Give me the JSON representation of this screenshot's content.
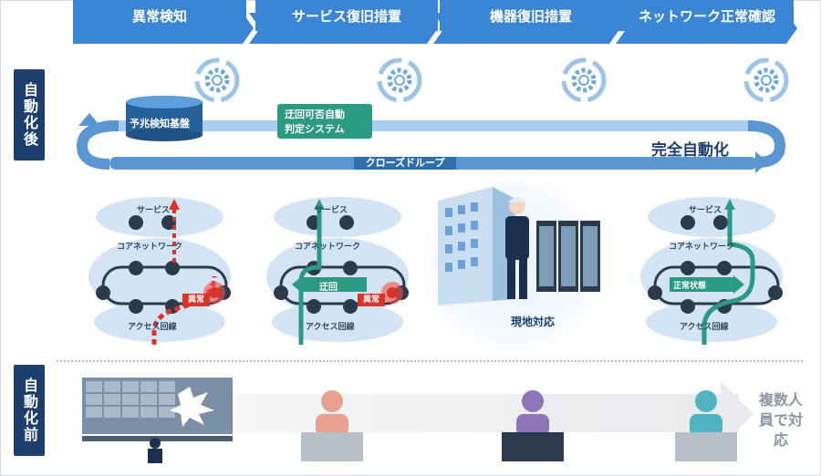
{
  "side_tabs": {
    "after": "自動化後",
    "before": "自動化前"
  },
  "steps": [
    "異常検知",
    "サービス復旧措置",
    "機器復旧措置",
    "ネットワーク正常確認"
  ],
  "loop": {
    "platform": "予兆検知基盤",
    "system_line1": "迂回可否自動",
    "system_line2": "判定システム",
    "closed_loop": "クローズドループ",
    "full_auto": "完全自動化"
  },
  "networks": [
    {
      "service": "サービス",
      "core": "コアネットワーク",
      "access": "アクセス回線",
      "badge": "異常",
      "center": ""
    },
    {
      "service": "サービス",
      "core": "コアネットワーク",
      "access": "アクセス回線",
      "badge": "異常",
      "center": "迂回"
    },
    {
      "service": "サービス",
      "core": "コアネットワーク",
      "access": "アクセス回線",
      "badge": "",
      "center": "正常状態"
    }
  ],
  "onsite": "現地対応",
  "before": {
    "multi": "複数人員で対応"
  },
  "colors": {
    "navy": "#1e3f6e",
    "step_blue": "#3b86d4",
    "loop_blue": "#5a96d2",
    "alarm_red": "#d9332a",
    "teal": "#2a9a82"
  }
}
